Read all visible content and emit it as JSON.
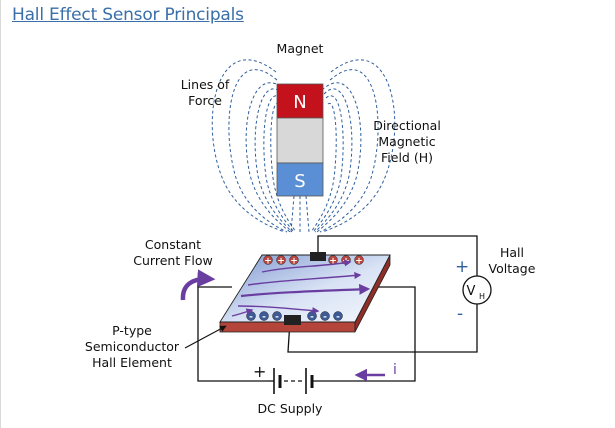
{
  "header": {
    "title": "Hall Effect Sensor Principals"
  },
  "diagram": {
    "magnet_label": "Magnet",
    "north_pole": "N",
    "south_pole": "S",
    "lines_of_force": [
      "Lines of",
      "Force"
    ],
    "field_label": [
      "Directional",
      "Magnetic",
      "Field (H)"
    ],
    "constant_current": [
      "Constant",
      "Current Flow"
    ],
    "hall_element": [
      "P-type",
      "Semiconductor",
      "Hall Element"
    ],
    "hall_voltage": [
      "Hall",
      "Voltage"
    ],
    "voltmeter": {
      "main": "V",
      "sub": "H"
    },
    "voltage_plus": "+",
    "voltage_minus": "-",
    "supply_label": "DC Supply",
    "supply_plus": "+",
    "current_symbol": "i",
    "top_charge": "+",
    "bottom_charge": "-",
    "colors": {
      "north": "#c3121b",
      "south": "#5b8fd5",
      "magnet_mid": "#d8d8d8",
      "field_lines": "#2e5f9e",
      "plate_edge": "#b5443b",
      "flow_arrow": "#6a3ea1",
      "wire": "#111111"
    }
  }
}
